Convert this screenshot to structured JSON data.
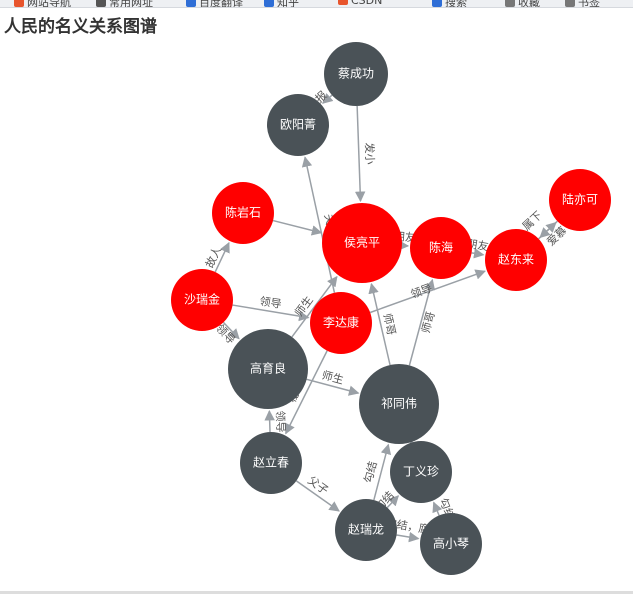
{
  "title": "人民的名义关系图谱",
  "bookmarks": [
    {
      "label": "网站导航",
      "color": "#e8552d"
    },
    {
      "label": "常用网址",
      "color": "#555"
    },
    {
      "label": "百度翻译",
      "color": "#2f6ed6"
    },
    {
      "label": "知乎",
      "color": "#2f6ed6"
    },
    {
      "label": "CSDN",
      "color": "#e8552d"
    },
    {
      "label": "搜索",
      "color": "#2f6ed6"
    },
    {
      "label": "收藏",
      "color": "#777"
    },
    {
      "label": "书签",
      "color": "#777"
    }
  ],
  "colors": {
    "red": "#ff0000",
    "gray": "#4a5257",
    "edge": "#9aa0a6"
  },
  "nodes": [
    {
      "id": "cai",
      "name": "蔡成功",
      "color": "gray"
    },
    {
      "id": "ouy",
      "name": "欧阳菁",
      "color": "gray"
    },
    {
      "id": "luyk",
      "name": "陆亦可",
      "color": "red"
    },
    {
      "id": "chys",
      "name": "陈岩石",
      "color": "red"
    },
    {
      "id": "hou",
      "name": "侯亮平",
      "color": "red"
    },
    {
      "id": "chh",
      "name": "陈海",
      "color": "red"
    },
    {
      "id": "zdl",
      "name": "赵东来",
      "color": "red"
    },
    {
      "id": "sha",
      "name": "沙瑞金",
      "color": "red"
    },
    {
      "id": "lidk",
      "name": "李达康",
      "color": "red"
    },
    {
      "id": "gao",
      "name": "高育良",
      "color": "gray"
    },
    {
      "id": "qi",
      "name": "祁同伟",
      "color": "gray"
    },
    {
      "id": "zlc",
      "name": "赵立春",
      "color": "gray"
    },
    {
      "id": "dyz",
      "name": "丁义珍",
      "color": "gray"
    },
    {
      "id": "zrl",
      "name": "赵瑞龙",
      "color": "gray"
    },
    {
      "id": "gxq",
      "name": "高小琴",
      "color": "gray"
    }
  ],
  "edges": [
    {
      "from": "cai",
      "to": "ouy",
      "label": "举报"
    },
    {
      "from": "cai",
      "to": "hou",
      "label": "发小"
    },
    {
      "from": "lidk",
      "to": "ouy",
      "label": "夫妻"
    },
    {
      "from": "chys",
      "to": "hou",
      "label": ""
    },
    {
      "from": "sha",
      "to": "chys",
      "label": "故人"
    },
    {
      "from": "sha",
      "to": "lidk",
      "label": "领导"
    },
    {
      "from": "sha",
      "to": "gao",
      "label": "领导"
    },
    {
      "from": "gao",
      "to": "hou",
      "label": "师生"
    },
    {
      "from": "gao",
      "to": "qi",
      "label": "师生"
    },
    {
      "from": "hou",
      "to": "chh",
      "label": "朋友"
    },
    {
      "from": "luyk",
      "to": "zdl",
      "label": "属下"
    },
    {
      "from": "zdl",
      "to": "luyk",
      "label": "爱慕"
    },
    {
      "from": "chh",
      "to": "zdl",
      "label": "朋友"
    },
    {
      "from": "lidk",
      "to": "zdl",
      "label": "领导"
    },
    {
      "from": "qi",
      "to": "chh",
      "label": "师哥"
    },
    {
      "from": "qi",
      "to": "hou",
      "label": "师哥"
    },
    {
      "from": "lidk",
      "to": "zlc",
      "label": "秘书"
    },
    {
      "from": "zlc",
      "to": "gao",
      "label": "领导"
    },
    {
      "from": "zlc",
      "to": "zrl",
      "label": "父子"
    },
    {
      "from": "zrl",
      "to": "qi",
      "label": "勾结"
    },
    {
      "from": "zrl",
      "to": "dyz",
      "label": "勾结"
    },
    {
      "from": "zrl",
      "to": "gxq",
      "label": "勾结，腐"
    },
    {
      "from": "gxq",
      "to": "dyz",
      "label": "勾结"
    },
    {
      "from": "dyz",
      "to": "qi",
      "label": ""
    }
  ]
}
